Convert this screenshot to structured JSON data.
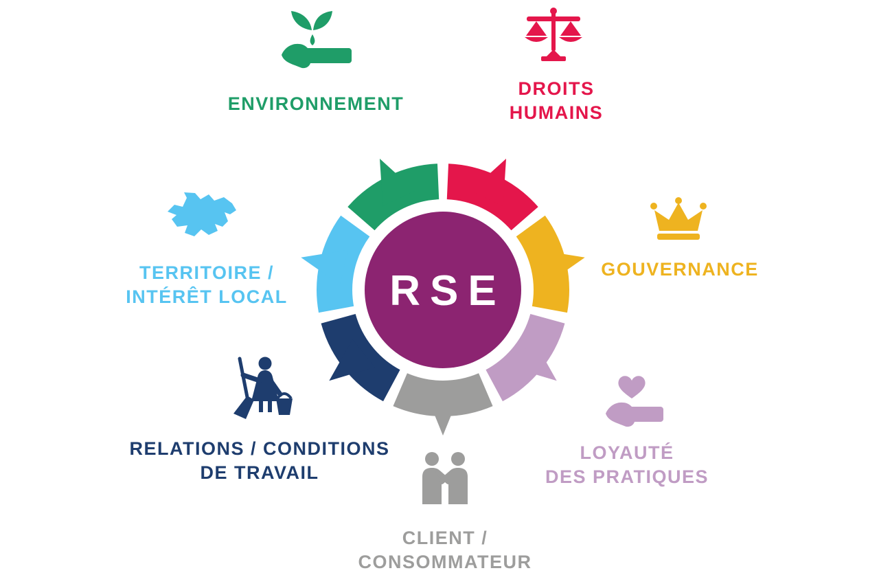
{
  "center": {
    "label": "RSE",
    "color": "#8c2471"
  },
  "categories": [
    {
      "id": "environnement",
      "color": "#1f9d68",
      "icon": "hand-plant-icon",
      "label_lines": [
        "ENVIRONNEMENT"
      ]
    },
    {
      "id": "droits-humains",
      "color": "#e4164b",
      "icon": "justice-scales-icon",
      "label_lines": [
        "DROITS",
        "HUMAINS"
      ]
    },
    {
      "id": "gouvernance",
      "color": "#eeb320",
      "icon": "crown-icon",
      "label_lines": [
        "GOUVERNANCE"
      ]
    },
    {
      "id": "loyaute-des-pratiques",
      "color": "#c09cc4",
      "icon": "hand-heart-icon",
      "label_lines": [
        "LOYAUTÉ",
        "DES PRATIQUES"
      ]
    },
    {
      "id": "client-consommateur",
      "color": "#9d9d9c",
      "icon": "handshake-icon",
      "label_lines": [
        "CLIENT /",
        "CONSOMMATEUR"
      ]
    },
    {
      "id": "relations-conditions-de-travail",
      "color": "#1e3d6e",
      "icon": "cleaning-person-icon",
      "label_lines": [
        "RELATIONS / CONDITIONS",
        "DE TRAVAIL"
      ]
    },
    {
      "id": "territoire-interet-local",
      "color": "#57c4f1",
      "icon": "region-map-icon",
      "label_lines": [
        "TERRITOIRE /",
        "INTÉRÊT LOCAL"
      ]
    }
  ]
}
